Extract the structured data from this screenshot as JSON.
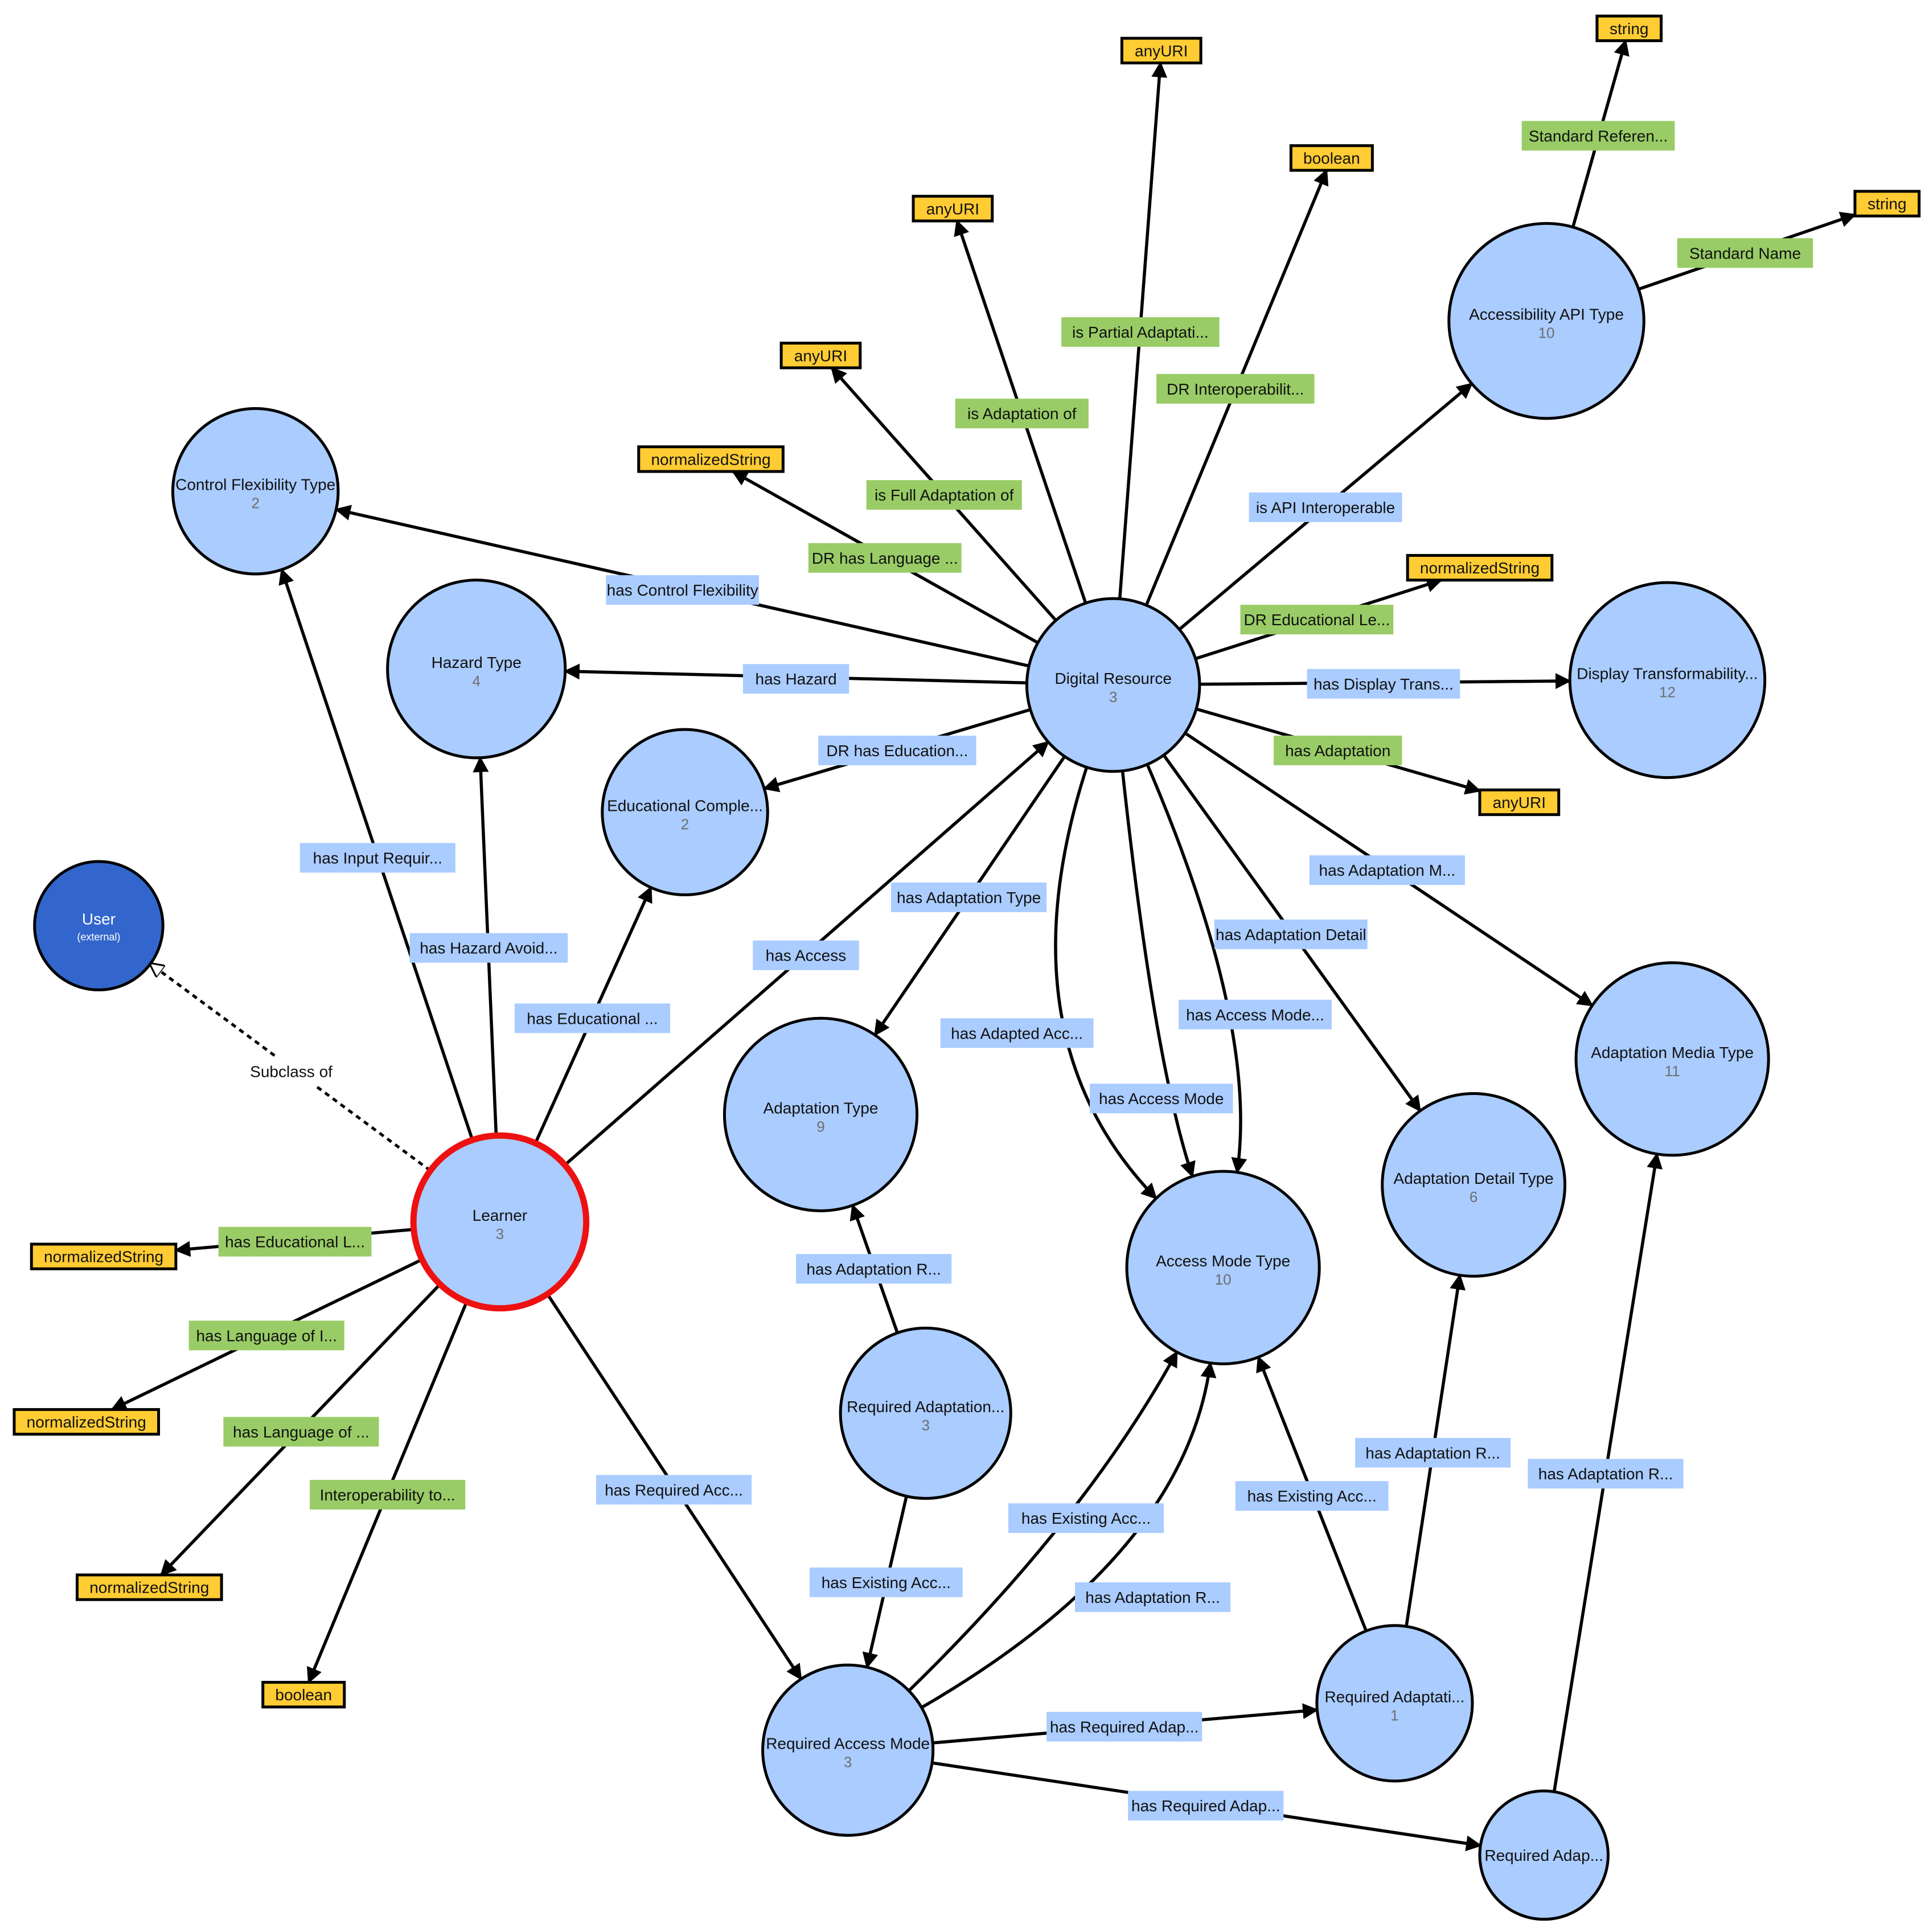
{
  "colors": {
    "class_fill": "#aaccff",
    "external_fill": "#3366cc",
    "datatype_fill": "#ffcc33",
    "object_property": "#aaccff",
    "datatype_property": "#99cc66",
    "focus_stroke": "#ee1111",
    "edge": "#000000"
  },
  "nodes": [
    {
      "id": "learner",
      "type": "class",
      "label": "Learner",
      "count": "3",
      "focus": true
    },
    {
      "id": "user",
      "type": "external",
      "label": "User",
      "sub": "(external)"
    },
    {
      "id": "dr",
      "type": "class",
      "label": "Digital Resource",
      "count": "3"
    },
    {
      "id": "cft",
      "type": "class",
      "label": "Control Flexibility Type",
      "count": "2"
    },
    {
      "id": "ht",
      "type": "class",
      "label": "Hazard Type",
      "count": "4"
    },
    {
      "id": "ec",
      "type": "class",
      "label": "Educational Comple...",
      "count": "2"
    },
    {
      "id": "aat",
      "type": "class",
      "label": "Accessibility API Type",
      "count": "10"
    },
    {
      "id": "dt",
      "type": "class",
      "label": "Display Transformability...",
      "count": "12"
    },
    {
      "id": "amt",
      "type": "class",
      "label": "Adaptation Media Type",
      "count": "11"
    },
    {
      "id": "adt",
      "type": "class",
      "label": "Adaptation Detail Type",
      "count": "6"
    },
    {
      "id": "at",
      "type": "class",
      "label": "Adaptation Type",
      "count": "9"
    },
    {
      "id": "amt2",
      "type": "class",
      "label": "Access Mode Type",
      "count": "10"
    },
    {
      "id": "ra",
      "type": "class",
      "label": "Required Adaptation...",
      "count": "3"
    },
    {
      "id": "ram",
      "type": "class",
      "label": "Required Access Mode",
      "count": "3"
    },
    {
      "id": "ra2",
      "type": "class",
      "label": "Required Adaptati...",
      "count": "1"
    },
    {
      "id": "ra3",
      "type": "class",
      "label": "Required Adap..."
    },
    {
      "id": "d1",
      "type": "datatype",
      "label": "anyURI"
    },
    {
      "id": "d2",
      "type": "datatype",
      "label": "anyURI"
    },
    {
      "id": "d3",
      "type": "datatype",
      "label": "boolean"
    },
    {
      "id": "d4",
      "type": "datatype",
      "label": "anyURI"
    },
    {
      "id": "d5",
      "type": "datatype",
      "label": "normalizedString"
    },
    {
      "id": "d6",
      "type": "datatype",
      "label": "string"
    },
    {
      "id": "d7",
      "type": "datatype",
      "label": "string"
    },
    {
      "id": "d8",
      "type": "datatype",
      "label": "normalizedString"
    },
    {
      "id": "d9",
      "type": "datatype",
      "label": "anyURI"
    },
    {
      "id": "d10",
      "type": "datatype",
      "label": "normalizedString"
    },
    {
      "id": "d11",
      "type": "datatype",
      "label": "normalizedString"
    },
    {
      "id": "d12",
      "type": "datatype",
      "label": "normalizedString"
    },
    {
      "id": "d13",
      "type": "datatype",
      "label": "boolean"
    }
  ],
  "edges": [
    {
      "id": "e1",
      "kind": "object",
      "label": "has Control Flexibility"
    },
    {
      "id": "e2",
      "kind": "object",
      "label": "has Hazard"
    },
    {
      "id": "e3",
      "kind": "object",
      "label": "DR has Education..."
    },
    {
      "id": "e4",
      "kind": "datatype",
      "label": "DR has Language ..."
    },
    {
      "id": "e5",
      "kind": "datatype",
      "label": "is Full Adaptation of"
    },
    {
      "id": "e6",
      "kind": "datatype",
      "label": "is Adaptation of"
    },
    {
      "id": "e7",
      "kind": "datatype",
      "label": "is Partial Adaptati..."
    },
    {
      "id": "e8",
      "kind": "datatype",
      "label": "DR Interoperabilit..."
    },
    {
      "id": "e9",
      "kind": "object",
      "label": "is API Interoperable"
    },
    {
      "id": "e10",
      "kind": "datatype",
      "label": "Standard Referen..."
    },
    {
      "id": "e11",
      "kind": "datatype",
      "label": "Standard Name"
    },
    {
      "id": "e12",
      "kind": "datatype",
      "label": "DR Educational Le..."
    },
    {
      "id": "e13",
      "kind": "object",
      "label": "has Display Trans..."
    },
    {
      "id": "e14",
      "kind": "datatype",
      "label": "has Adaptation"
    },
    {
      "id": "e15",
      "kind": "object",
      "label": "has Adaptation M..."
    },
    {
      "id": "e16",
      "kind": "object",
      "label": "has Adaptation Detail"
    },
    {
      "id": "e17",
      "kind": "object",
      "label": "has Access Mode..."
    },
    {
      "id": "e18",
      "kind": "object",
      "label": "has Access Mode"
    },
    {
      "id": "e19",
      "kind": "object",
      "label": "has Adapted Acc..."
    },
    {
      "id": "e20",
      "kind": "object",
      "label": "has Adaptation Type"
    },
    {
      "id": "e21",
      "kind": "object",
      "label": "has Access"
    },
    {
      "id": "e22",
      "kind": "object",
      "label": "has Input Requir..."
    },
    {
      "id": "e23",
      "kind": "object",
      "label": "has Hazard Avoid..."
    },
    {
      "id": "e24",
      "kind": "object",
      "label": "has Educational ..."
    },
    {
      "id": "e25",
      "kind": "subclass",
      "label": "Subclass of"
    },
    {
      "id": "e26",
      "kind": "datatype",
      "label": "has Educational L..."
    },
    {
      "id": "e27",
      "kind": "datatype",
      "label": "has Language of I..."
    },
    {
      "id": "e28",
      "kind": "datatype",
      "label": "has Language of ..."
    },
    {
      "id": "e29",
      "kind": "datatype",
      "label": "Interoperability to..."
    },
    {
      "id": "e30",
      "kind": "object",
      "label": "has Required Acc..."
    },
    {
      "id": "e31",
      "kind": "object",
      "label": "has Adaptation R..."
    },
    {
      "id": "e32",
      "kind": "object",
      "label": "has Existing Acc..."
    },
    {
      "id": "e33",
      "kind": "object",
      "label": "has Existing Acc..."
    },
    {
      "id": "e34",
      "kind": "object",
      "label": "has Adaptation R..."
    },
    {
      "id": "e35",
      "kind": "object",
      "label": "has Existing Acc..."
    },
    {
      "id": "e36",
      "kind": "object",
      "label": "has Adaptation R..."
    },
    {
      "id": "e37",
      "kind": "object",
      "label": "has Adaptation R..."
    },
    {
      "id": "e38",
      "kind": "object",
      "label": "has Required Adap..."
    },
    {
      "id": "e39",
      "kind": "object",
      "label": "has Required Adap..."
    }
  ]
}
